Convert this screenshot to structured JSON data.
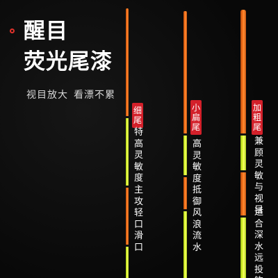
{
  "heading": {
    "line1": "醒目",
    "line2": "荧光尾漆"
  },
  "slogan": {
    "part1": "视目放大",
    "part2": "看漂不累"
  },
  "floats": [
    {
      "tag": "细尾",
      "desc1": "特高灵敏度",
      "desc2": "主攻轻口滑口"
    },
    {
      "tag": "小扁尾",
      "desc1": "高灵敏度",
      "desc2": "抵御风浪流水"
    },
    {
      "tag": "加粗尾",
      "desc1": "兼顾灵敏与视目",
      "desc2": "适合深水远投钓大鱼"
    }
  ],
  "colors": {
    "orange": "#ff7a1f",
    "fluorescent_yellow": "#e9ff3a",
    "tag_red": "#d3202a",
    "background": "#0b0b0b"
  },
  "icons": [
    "logo-circle-icon"
  ]
}
